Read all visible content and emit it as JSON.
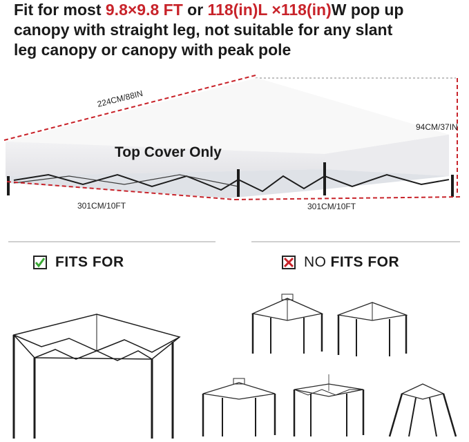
{
  "headline": {
    "line1_pre": "Fit for most ",
    "line1_hl1": "9.8×9.8 FT",
    "line1_mid": " or ",
    "line1_hl2": "118(in)L ×118(in)",
    "line1_post": "W pop up",
    "line2": "canopy with straight leg, not suitable for any slant",
    "line3": "leg canopy or canopy with peak pole"
  },
  "hero": {
    "diagonal_label": "224CM/88IN",
    "height_label": "94CM/37IN",
    "center_label": "Top Cover Only",
    "left_width_label": "301CM/10FT",
    "right_width_label": "301CM/10FT"
  },
  "fits": {
    "label": "FITS FOR",
    "icon": "green-check-icon"
  },
  "no_fits": {
    "label_prefix": "NO",
    "label_bold": "FITS FOR",
    "icon": "red-x-icon"
  },
  "colors": {
    "accent_red": "#c8232a",
    "check_green": "#3aa935",
    "dimension_line": "#c8232a",
    "frame_dark": "#1c1c1c"
  }
}
